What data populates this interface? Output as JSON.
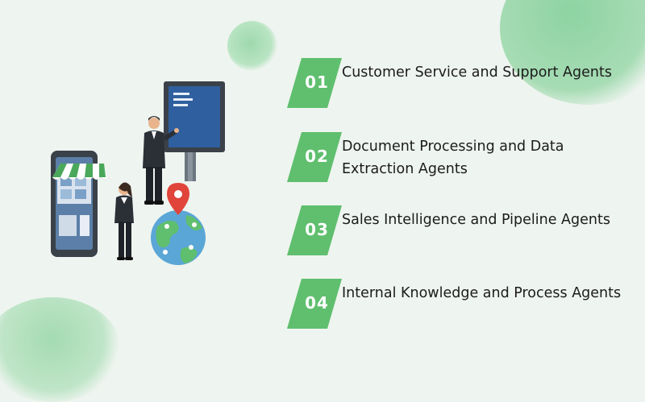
{
  "agents": [
    {
      "number": "01",
      "title": "Customer Service and Support Agents"
    },
    {
      "number": "02",
      "title": "Document Processing and Data Extraction Agents"
    },
    {
      "number": "03",
      "title": "Sales Intelligence and Pipeline Agents"
    },
    {
      "number": "04",
      "title": "Internal Knowledge and Process Agents"
    }
  ],
  "colors": {
    "badge_green": "#5fbf6e",
    "badge_green_dark": "#4aa85a",
    "text": "#1b1b1b",
    "background": "#eef4ef"
  },
  "icons": [
    "smartphone-shop-icon",
    "presentation-board-icon",
    "businessman-icon",
    "businesswoman-icon",
    "globe-icon",
    "location-pin-icon"
  ]
}
